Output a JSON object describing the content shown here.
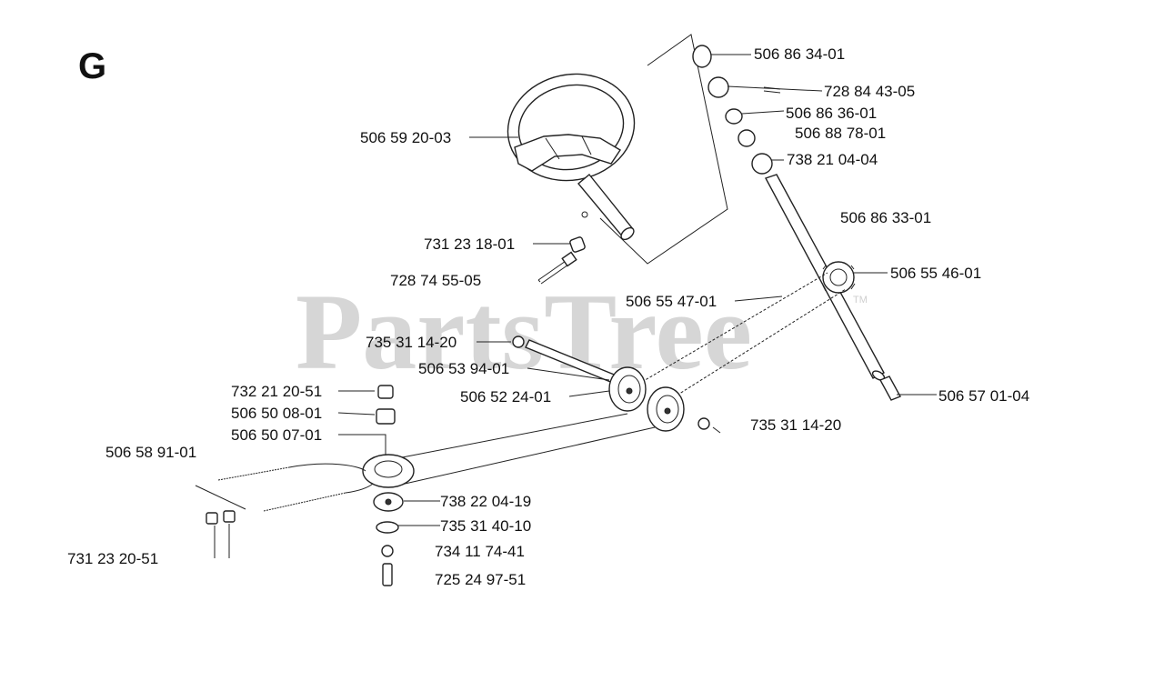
{
  "diagram": {
    "section_letter": "G",
    "watermark": "PartsTree",
    "watermark_mark": "TM",
    "parts": [
      {
        "id": "p1",
        "label": "506 86 34-01"
      },
      {
        "id": "p2",
        "label": "728 84 43-05"
      },
      {
        "id": "p3",
        "label": "506 86 36-01"
      },
      {
        "id": "p4",
        "label": "506 88 78-01"
      },
      {
        "id": "p5",
        "label": "738 21 04-04"
      },
      {
        "id": "p6",
        "label": "506 86 33-01"
      },
      {
        "id": "p7",
        "label": "506 55 46-01"
      },
      {
        "id": "p8",
        "label": "506 59 20-03"
      },
      {
        "id": "p9",
        "label": "731 23 18-01"
      },
      {
        "id": "p10",
        "label": "728 74 55-05"
      },
      {
        "id": "p11",
        "label": "506 55 47-01"
      },
      {
        "id": "p12",
        "label": "735 31 14-20"
      },
      {
        "id": "p13",
        "label": "506 53 94-01"
      },
      {
        "id": "p14",
        "label": "506 52 24-01"
      },
      {
        "id": "p15",
        "label": "506 57 01-04"
      },
      {
        "id": "p16",
        "label": "735 31 14-20"
      },
      {
        "id": "p17",
        "label": "732 21 20-51"
      },
      {
        "id": "p18",
        "label": "506 50 08-01"
      },
      {
        "id": "p19",
        "label": "506 50 07-01"
      },
      {
        "id": "p20",
        "label": "506 58 91-01"
      },
      {
        "id": "p21",
        "label": "738 22 04-19"
      },
      {
        "id": "p22",
        "label": "735 31 40-10"
      },
      {
        "id": "p23",
        "label": "734 11 74-41"
      },
      {
        "id": "p24",
        "label": "725 24 97-51"
      },
      {
        "id": "p25",
        "label": "731 23 20-51"
      }
    ]
  }
}
